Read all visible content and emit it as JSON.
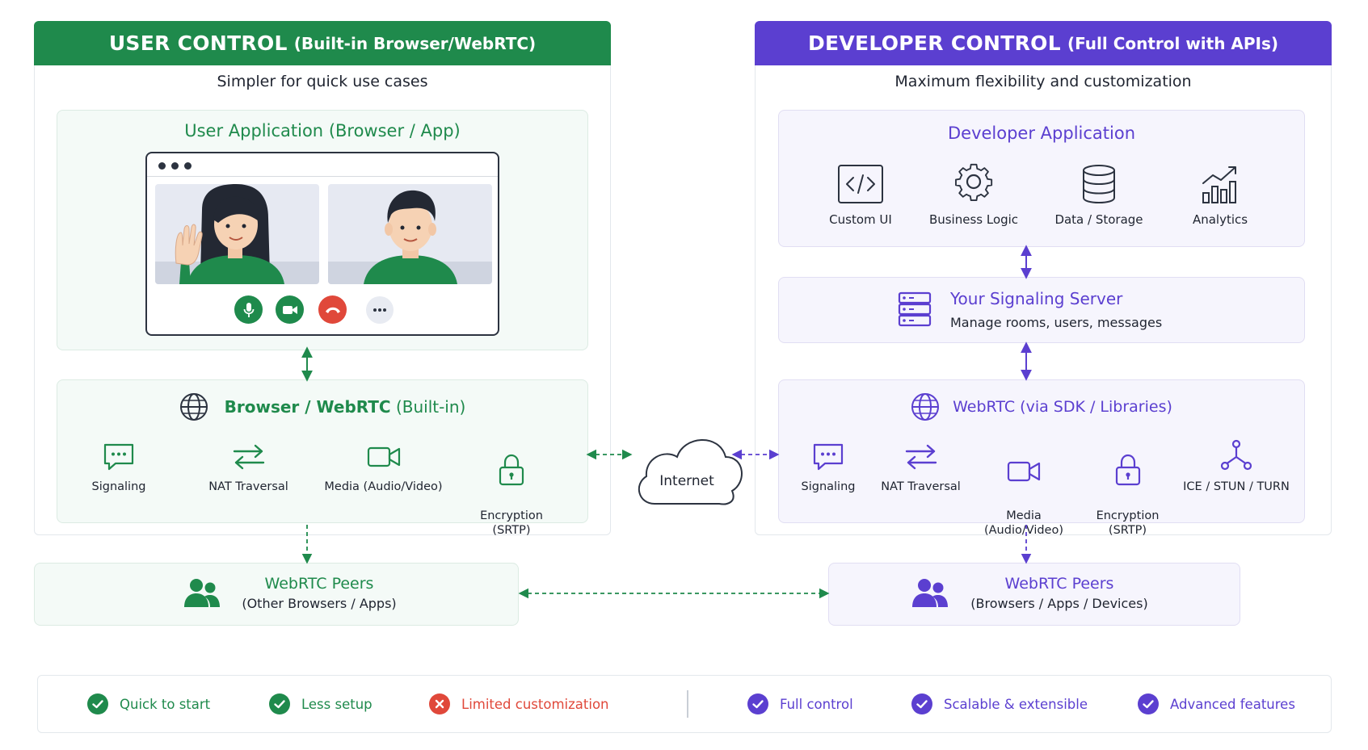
{
  "colors": {
    "green": "#1f8a4c",
    "purple": "#5b3fd0",
    "red": "#e0483a"
  },
  "left": {
    "header_main": "USER CONTROL",
    "header_paren": "(Built-in Browser/WebRTC)",
    "subtitle": "Simpler for quick use cases",
    "app_title_main": "User Application",
    "app_title_paren": "(Browser / App)",
    "webrtc_title_main": "Browser / WebRTC",
    "webrtc_title_paren": "(Built-in)",
    "features": [
      {
        "icon": "chat-icon",
        "label": "Signaling"
      },
      {
        "icon": "swap-arrows-icon",
        "label": "NAT Traversal"
      },
      {
        "icon": "video-camera-icon",
        "label": "Media (Audio/Video)"
      },
      {
        "icon": "lock-icon",
        "label": "Encryption\n(SRTP)"
      }
    ],
    "peers_title": "WebRTC Peers",
    "peers_sub": "(Other Browsers / Apps)"
  },
  "right": {
    "header_main": "DEVELOPER CONTROL",
    "header_paren": "(Full Control with APIs)",
    "subtitle": "Maximum flexibility and customization",
    "app_title": "Developer Application",
    "app_items": [
      {
        "icon": "code-icon",
        "label": "Custom UI"
      },
      {
        "icon": "gear-icon",
        "label": "Business Logic"
      },
      {
        "icon": "database-icon",
        "label": "Data / Storage"
      },
      {
        "icon": "analytics-icon",
        "label": "Analytics"
      }
    ],
    "server_title": "Your Signaling Server",
    "server_sub": "Manage rooms, users, messages",
    "webrtc_title_main": "WebRTC",
    "webrtc_title_paren": "(via SDK / Libraries)",
    "features": [
      {
        "icon": "chat-icon",
        "label": "Signaling"
      },
      {
        "icon": "swap-arrows-icon",
        "label": "NAT Traversal"
      },
      {
        "icon": "video-camera-icon",
        "label": "Media\n(Audio/Video)"
      },
      {
        "icon": "lock-icon",
        "label": "Encryption\n(SRTP)"
      },
      {
        "icon": "network-icon",
        "label": "ICE / STUN / TURN"
      }
    ],
    "peers_title": "WebRTC Peers",
    "peers_sub": "(Browsers / Apps / Devices)"
  },
  "internet_label": "Internet",
  "legend": [
    {
      "type": "check",
      "color": "green",
      "label": "Quick to start"
    },
    {
      "type": "check",
      "color": "green",
      "label": "Less setup"
    },
    {
      "type": "cross",
      "color": "red",
      "label": "Limited customization"
    },
    {
      "type": "check",
      "color": "purple",
      "label": "Full control"
    },
    {
      "type": "check",
      "color": "purple",
      "label": "Scalable & extensible"
    },
    {
      "type": "check",
      "color": "purple",
      "label": "Advanced features"
    }
  ]
}
